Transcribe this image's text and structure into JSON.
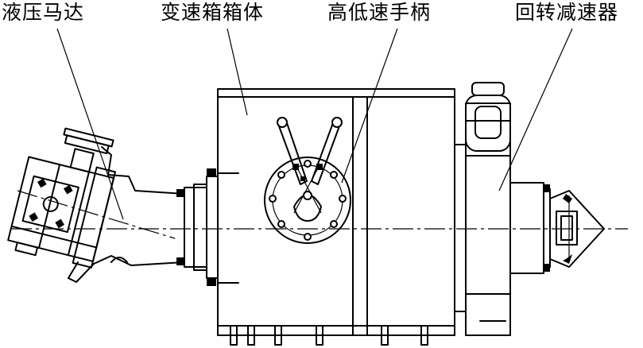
{
  "labels": {
    "hydraulic_motor": "液压马达",
    "gearbox_housing": "变速箱箱体",
    "speed_handle": "高低速手柄",
    "slewing_reducer": "回转减速器"
  }
}
